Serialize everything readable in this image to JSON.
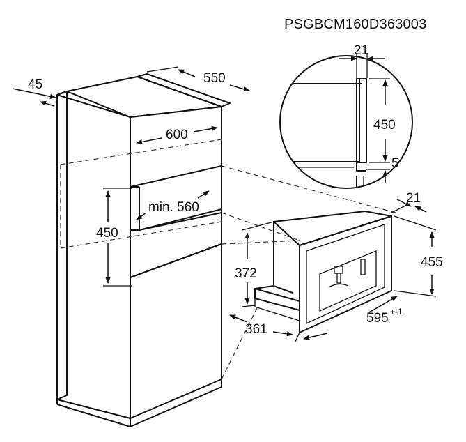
{
  "drawing_code": "PSGBCM160D363003",
  "dimensions": {
    "cabinet_side": "45",
    "cabinet_depth": "550",
    "cabinet_width": "600",
    "niche_min_depth": "min. 560",
    "niche_height": "450",
    "detail_gap": "21",
    "detail_height": "450",
    "detail_offset": "5",
    "appliance_frame": "21",
    "appliance_height": "455",
    "appliance_body_height": "372",
    "appliance_depth": "361",
    "appliance_width": "595",
    "appliance_width_tolerance": "+-1"
  }
}
